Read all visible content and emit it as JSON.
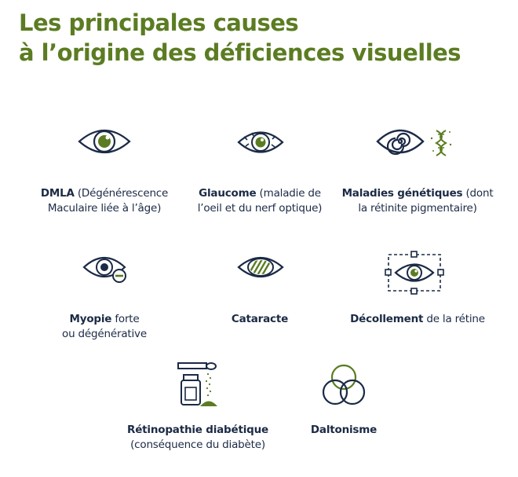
{
  "title": {
    "line1": "Les principales causes",
    "line2": "à l’origine des déficiences visuelles"
  },
  "colors": {
    "accent_green": "#5b7c22",
    "navy": "#1b2a45"
  },
  "causes": [
    {
      "icon": "eye-icon",
      "bold": "DMLA",
      "rest1": " (Dégénérescence",
      "line2": "Maculaire liée à l’âge)"
    },
    {
      "icon": "eye-damaged-icon",
      "bold": "Glaucome",
      "rest1": " (maladie de",
      "line2": "l’oeil et du nerf optique)"
    },
    {
      "icon": "spiral-eye-dna-icon",
      "bold": "Maladies génétiques",
      "rest1": " (dont",
      "line2": "la rétinite pigmentaire)"
    },
    {
      "icon": "eye-minus-icon",
      "bold": "Myopie",
      "rest1": " forte",
      "line2": "ou dégénérative"
    },
    {
      "icon": "cloudy-eye-icon",
      "bold": "Cataracte",
      "rest1": "",
      "line2": ""
    },
    {
      "icon": "eye-selection-icon",
      "bold": "Décollement",
      "rest1": " de la rétine",
      "line2": ""
    },
    {
      "icon": "sugar-jar-spoon-icon",
      "bold": "Rétinopathie diabétique",
      "rest1": "",
      "line2": "(conséquence du diabète)"
    },
    {
      "icon": "overlapping-circles-icon",
      "bold": "Daltonisme",
      "rest1": "",
      "line2": ""
    }
  ]
}
